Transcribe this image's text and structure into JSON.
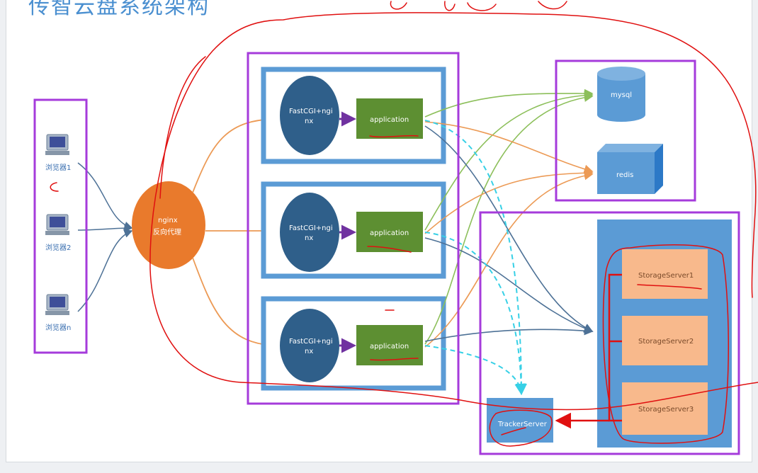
{
  "page": {
    "title": "传智云盘系统架构"
  },
  "browsers": [
    {
      "label": "浏览器1"
    },
    {
      "label": "浏览器2"
    },
    {
      "label": "浏览器n"
    }
  ],
  "proxy": {
    "line1": "nginx",
    "line2": "反向代理"
  },
  "web_servers": [
    {
      "fastcgi_line1": "FastCGI+ngi",
      "fastcgi_line2": "nx",
      "app": "application"
    },
    {
      "fastcgi_line1": "FastCGI+ngi",
      "fastcgi_line2": "nx",
      "app": "application"
    },
    {
      "fastcgi_line1": "FastCGI+ngi",
      "fastcgi_line2": "nx",
      "app": "application"
    }
  ],
  "databases": {
    "mysql": "mysql",
    "redis": "redis"
  },
  "storage": {
    "servers": [
      "StorageServer1",
      "StorageServer2",
      "StorageServer3"
    ],
    "tracker": "TrackerServer"
  },
  "colors": {
    "title": "#4a8fd0",
    "panel_blue": "#5b9bd5",
    "node_dark": "#2f5f8a",
    "app_green": "#5d8f32",
    "proxy_orange": "#e97a2c",
    "storage_peach": "#f8b98c",
    "annotation_red": "#e01010",
    "annotation_purple": "#a53bdb"
  }
}
